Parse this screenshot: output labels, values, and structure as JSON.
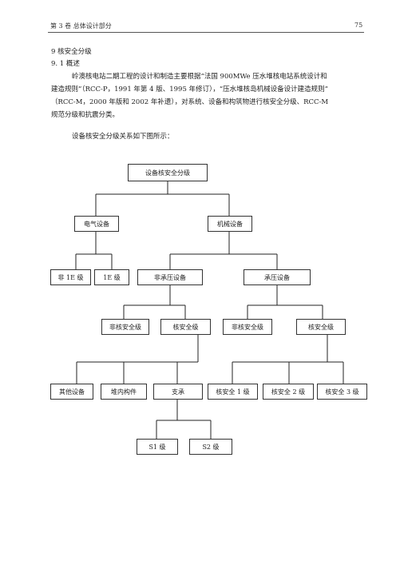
{
  "header": {
    "left": "第 3 卷  总体设计部分",
    "page_number": "75"
  },
  "section": {
    "title": "9    核安全分级",
    "subtitle": "9. 1    概述"
  },
  "paragraph": {
    "lines": [
      "岭澳核电站二期工程的设计和制造主要根据“法国 900MWe 压水堆核电站系统设计和",
      "建造规则”（RCC-P，1991 年第 4 版、1995 年修订），“压水堆核岛机械设备设计建造规则”",
      "（RCC-M，2000 年版和 2002 年补遗），对系统、设备和构筑物进行核安全分级、RCC-M",
      "规范分级和抗震分类。"
    ],
    "intro": "设备核安全分级关系如下图所示："
  },
  "diagram": {
    "root": "设备核安全分级",
    "electrical": "电气设备",
    "mechanical": "机械设备",
    "non_1e": "非 1E 级",
    "class_1e": "1E 级",
    "non_pressure": "非承压设备",
    "pressure": "承压设备",
    "np_non_safety": "非核安全级",
    "np_safety": "核安全级",
    "p_non_safety": "非核安全级",
    "p_safety": "核安全级",
    "other_equipment": "其他设备",
    "reactor_internals": "堆内构件",
    "supports": "支承",
    "safety_1": "核安全 1 级",
    "safety_2": "核安全 2 级",
    "safety_3": "核安全 3 级",
    "s1": "S1 级",
    "s2": "S2 级"
  }
}
